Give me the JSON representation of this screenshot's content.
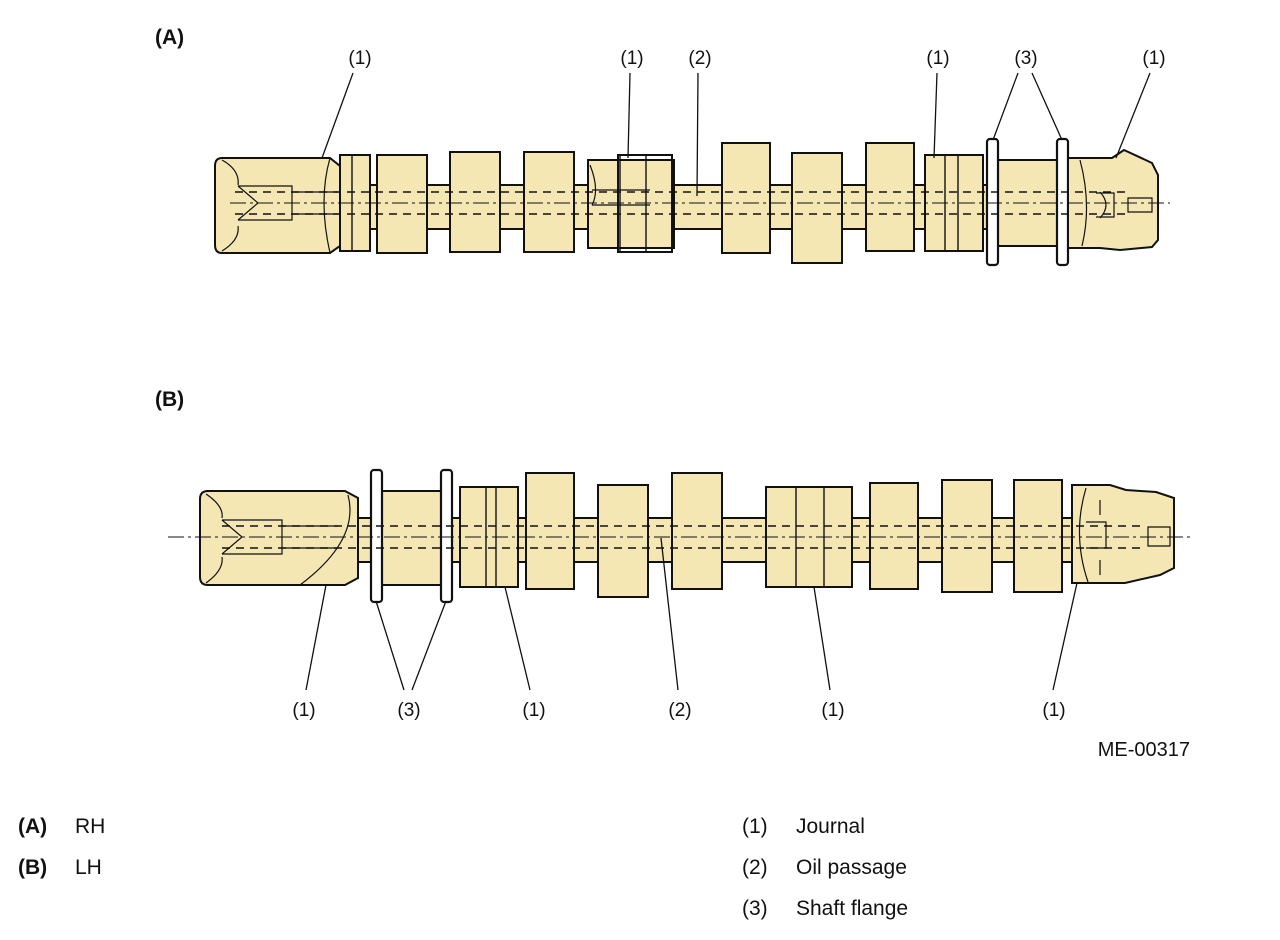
{
  "figure": {
    "panels": [
      {
        "id": "A",
        "label": "(A)"
      },
      {
        "id": "B",
        "label": "(B)"
      }
    ],
    "callouts": {
      "journal": "(1)",
      "oil_passage": "(2)",
      "shaft_flange": "(3)"
    },
    "figure_code": "ME-00317"
  },
  "legend": {
    "views": [
      {
        "key": "(A)",
        "text": "RH"
      },
      {
        "key": "(B)",
        "text": "LH"
      }
    ],
    "parts": [
      {
        "key": "(1)",
        "text": "Journal"
      },
      {
        "key": "(2)",
        "text": "Oil passage"
      },
      {
        "key": "(3)",
        "text": "Shaft flange"
      }
    ]
  }
}
